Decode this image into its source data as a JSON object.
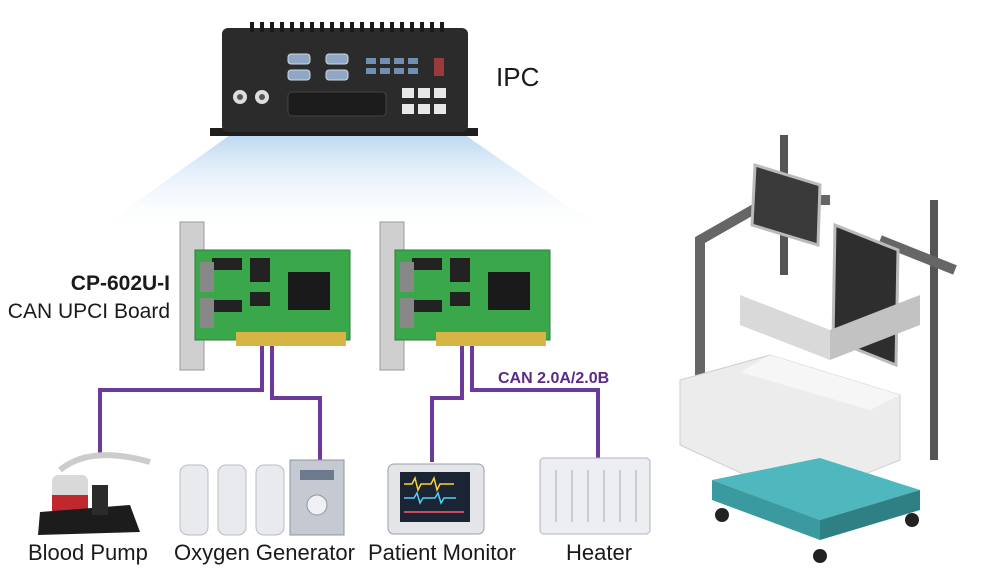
{
  "ipc": {
    "label": "IPC"
  },
  "board": {
    "model": "CP-602U-I",
    "description": "CAN UPCI Board"
  },
  "bus": {
    "label": "CAN 2.0A/2.0B",
    "color": "#6b3a9a"
  },
  "devices": [
    {
      "label": "Blood Pump"
    },
    {
      "label": "Oxygen Generator"
    },
    {
      "label": "Patient Monitor"
    },
    {
      "label": "Heater"
    }
  ],
  "colors": {
    "pcb": "#3aa74a",
    "ipc_body": "#2c2c2c",
    "beam": "#cfe3f5",
    "cart_base": "#4fb8bf"
  }
}
